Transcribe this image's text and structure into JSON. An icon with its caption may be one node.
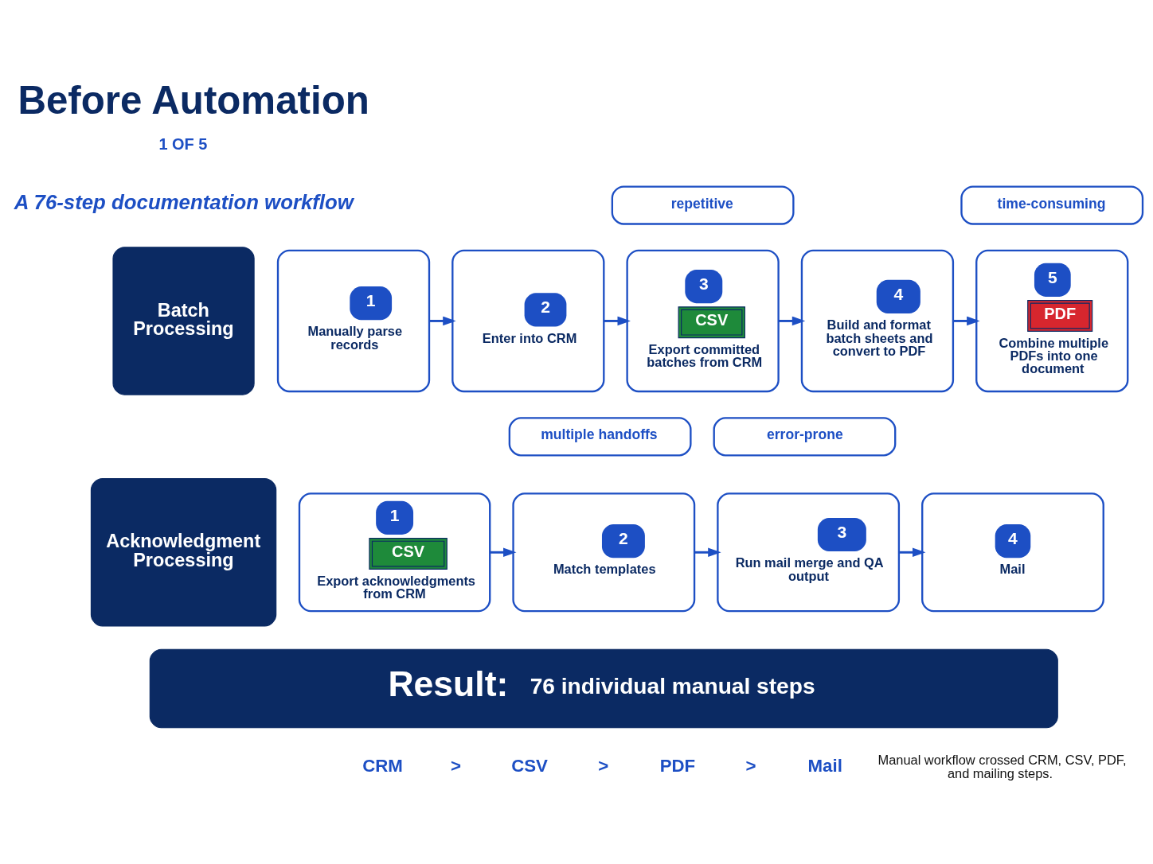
{
  "diagram": {
    "title": "Before Automation",
    "nodes": [
      {
        "text": [
          "repetitive"
        ]
      },
      {
        "text": [
          "time-consuming"
        ]
      },
      {
        "text": [
          "Batch Processing"
        ]
      },
      {
        "text": [
          "1",
          "Manually parse records"
        ]
      },
      {
        "text": [
          "2",
          "Enter into CRM"
        ]
      },
      {
        "text": [
          "3",
          "CSV",
          "Export committed batches from CRM"
        ]
      },
      {
        "text": [
          "4",
          "Build and format batch sheets and convert to PDF"
        ]
      },
      {
        "text": [
          "5",
          "PDF",
          "Combine multiple PDFs into one document"
        ]
      },
      {
        "text": [
          "multiple handoffs"
        ]
      },
      {
        "text": [
          "error-prone"
        ]
      },
      {
        "text": [
          "Acknowledgment Processing"
        ]
      },
      {
        "text": [
          "1",
          "CSV",
          "Export acknowledgments from CRM"
        ]
      },
      {
        "text": [
          "2",
          "Match templates"
        ]
      },
      {
        "text": [
          "3",
          "Run mail merge and QA output"
        ]
      },
      {
        "text": [
          "4",
          "Mail"
        ]
      },
      {
        "text": [
          "Result:",
          "76 individual manual steps"
        ]
      }
    ],
    "edges": [
      {
        "from": 3,
        "to": 4,
        "arrow": "to"
      },
      {
        "from": 4,
        "to": 5,
        "arrow": "to"
      },
      {
        "from": 5,
        "to": 6,
        "arrow": "to"
      },
      {
        "from": 6,
        "to": 7,
        "arrow": "to"
      },
      {
        "from": 11,
        "to": 12,
        "arrow": "to"
      },
      {
        "from": 12,
        "to": 13,
        "arrow": "to"
      },
      {
        "from": 13,
        "to": 14,
        "arrow": "to"
      }
    ],
    "labels": [
      "1 OF 5",
      "A 76-step documentation workflow",
      "CRM",
      ">",
      "CSV",
      ">",
      "PDF",
      ">",
      "Mail",
      "Manual workflow crossed CRM, CSV, PDF, and mailing steps."
    ]
  }
}
